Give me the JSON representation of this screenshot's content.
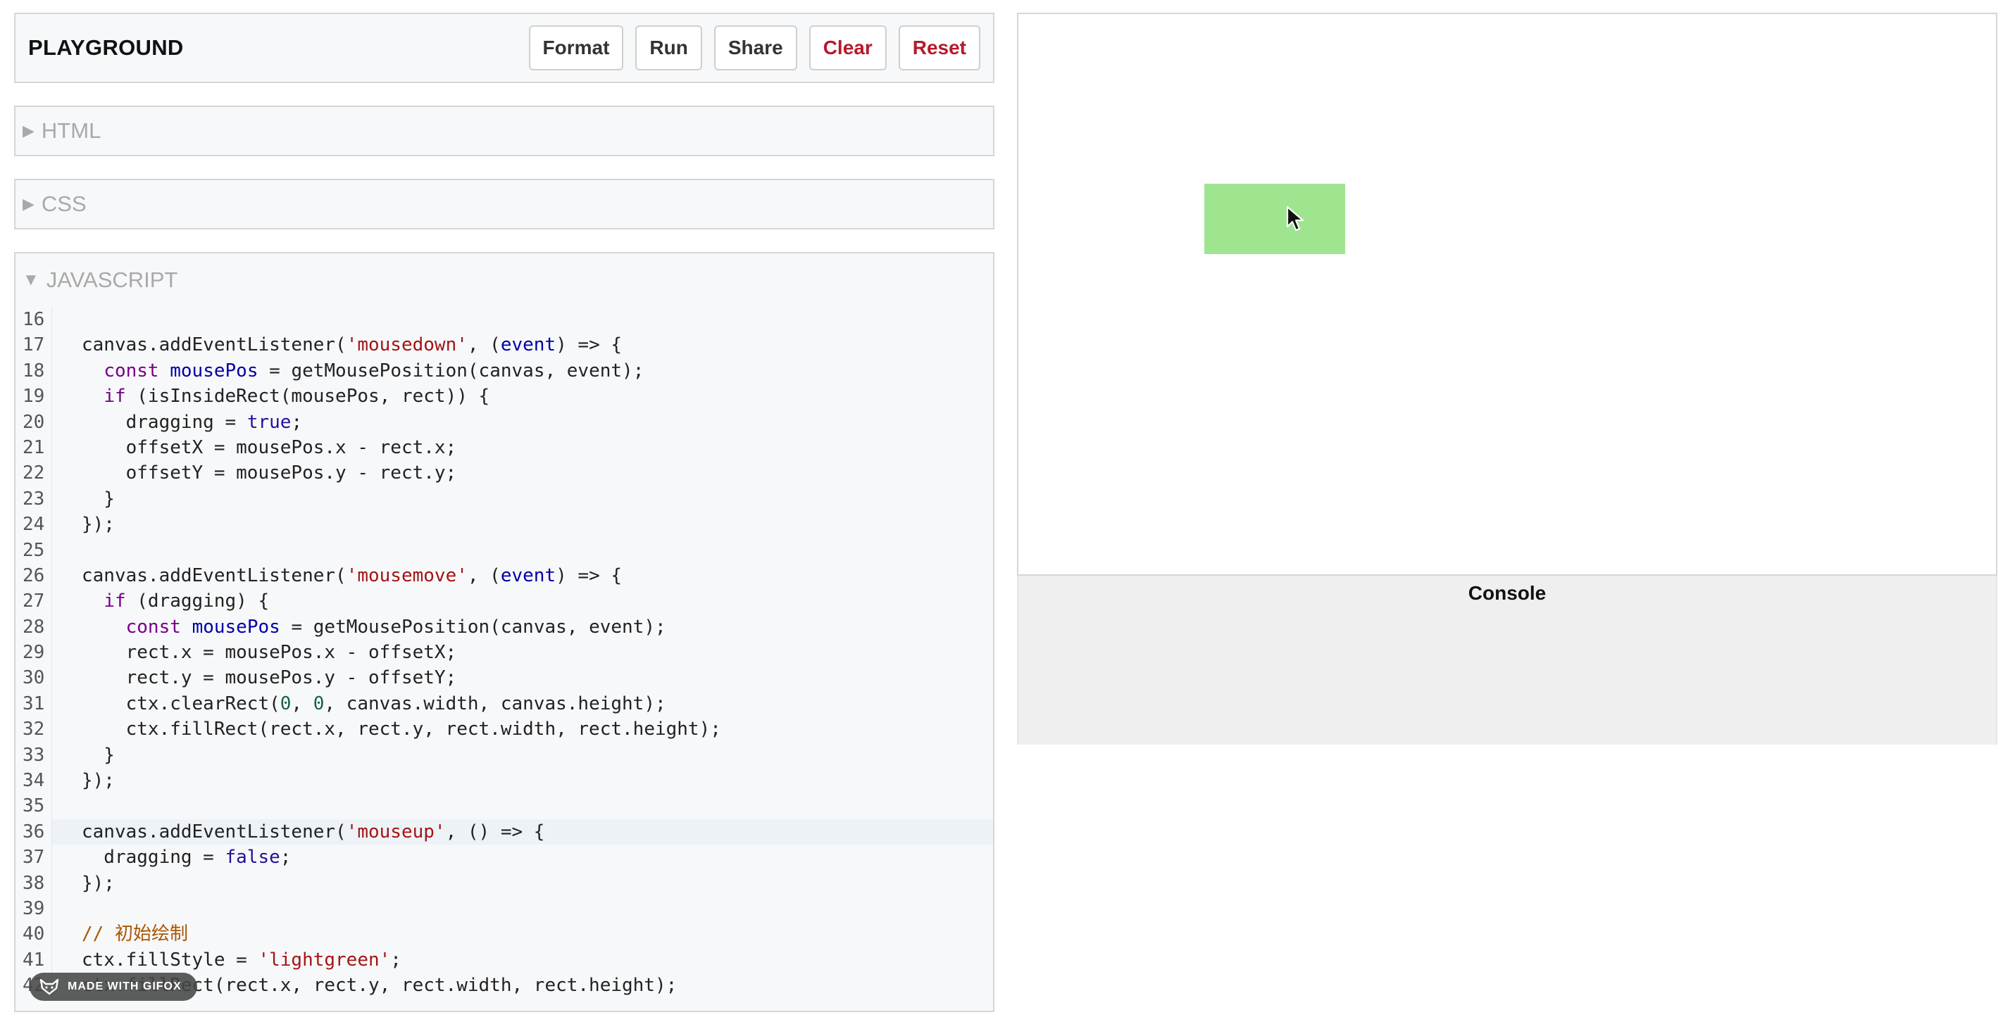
{
  "header": {
    "title": "PLAYGROUND",
    "buttons": {
      "format": "Format",
      "run": "Run",
      "share": "Share",
      "clear": "Clear",
      "reset": "Reset"
    }
  },
  "panels": {
    "html": {
      "label": "HTML",
      "expanded": false
    },
    "css": {
      "label": "CSS",
      "expanded": false
    },
    "javascript": {
      "label": "JAVASCRIPT",
      "expanded": true
    }
  },
  "editor": {
    "active_line": 36,
    "lines": [
      {
        "n": "16",
        "text": ""
      },
      {
        "n": "17",
        "text": "canvas.addEventListener('mousedown', (event) => {"
      },
      {
        "n": "18",
        "text": "  const mousePos = getMousePosition(canvas, event);"
      },
      {
        "n": "19",
        "text": "  if (isInsideRect(mousePos, rect)) {"
      },
      {
        "n": "20",
        "text": "    dragging = true;"
      },
      {
        "n": "21",
        "text": "    offsetX = mousePos.x - rect.x;"
      },
      {
        "n": "22",
        "text": "    offsetY = mousePos.y - rect.y;"
      },
      {
        "n": "23",
        "text": "  }"
      },
      {
        "n": "24",
        "text": "});"
      },
      {
        "n": "25",
        "text": ""
      },
      {
        "n": "26",
        "text": "canvas.addEventListener('mousemove', (event) => {"
      },
      {
        "n": "27",
        "text": "  if (dragging) {"
      },
      {
        "n": "28",
        "text": "    const mousePos = getMousePosition(canvas, event);"
      },
      {
        "n": "29",
        "text": "    rect.x = mousePos.x - offsetX;"
      },
      {
        "n": "30",
        "text": "    rect.y = mousePos.y - offsetY;"
      },
      {
        "n": "31",
        "text": "    ctx.clearRect(0, 0, canvas.width, canvas.height);"
      },
      {
        "n": "32",
        "text": "    ctx.fillRect(rect.x, rect.y, rect.width, rect.height);"
      },
      {
        "n": "33",
        "text": "  }"
      },
      {
        "n": "34",
        "text": "});"
      },
      {
        "n": "35",
        "text": ""
      },
      {
        "n": "36",
        "text": "canvas.addEventListener('mouseup', () => {"
      },
      {
        "n": "37",
        "text": "  dragging = false;"
      },
      {
        "n": "38",
        "text": "});"
      },
      {
        "n": "39",
        "text": ""
      },
      {
        "n": "40",
        "text": "// 初始绘制"
      },
      {
        "n": "41",
        "text": "ctx.fillStyle = 'lightgreen';"
      },
      {
        "n": "42",
        "text": "ctx.fillRect(rect.x, rect.y, rect.width, rect.height);"
      }
    ]
  },
  "watermark": {
    "text": "MADE WITH GIFOX",
    "icon": "fox-icon"
  },
  "preview": {
    "shape_color": "#9fe590",
    "cursor": "cursor-icon"
  },
  "console": {
    "title": "Console"
  },
  "colors": {
    "danger": "#b51a2b",
    "string": "#a31515",
    "keyword": "#770088",
    "variable": "#0000a6",
    "comment": "#aa5500"
  }
}
